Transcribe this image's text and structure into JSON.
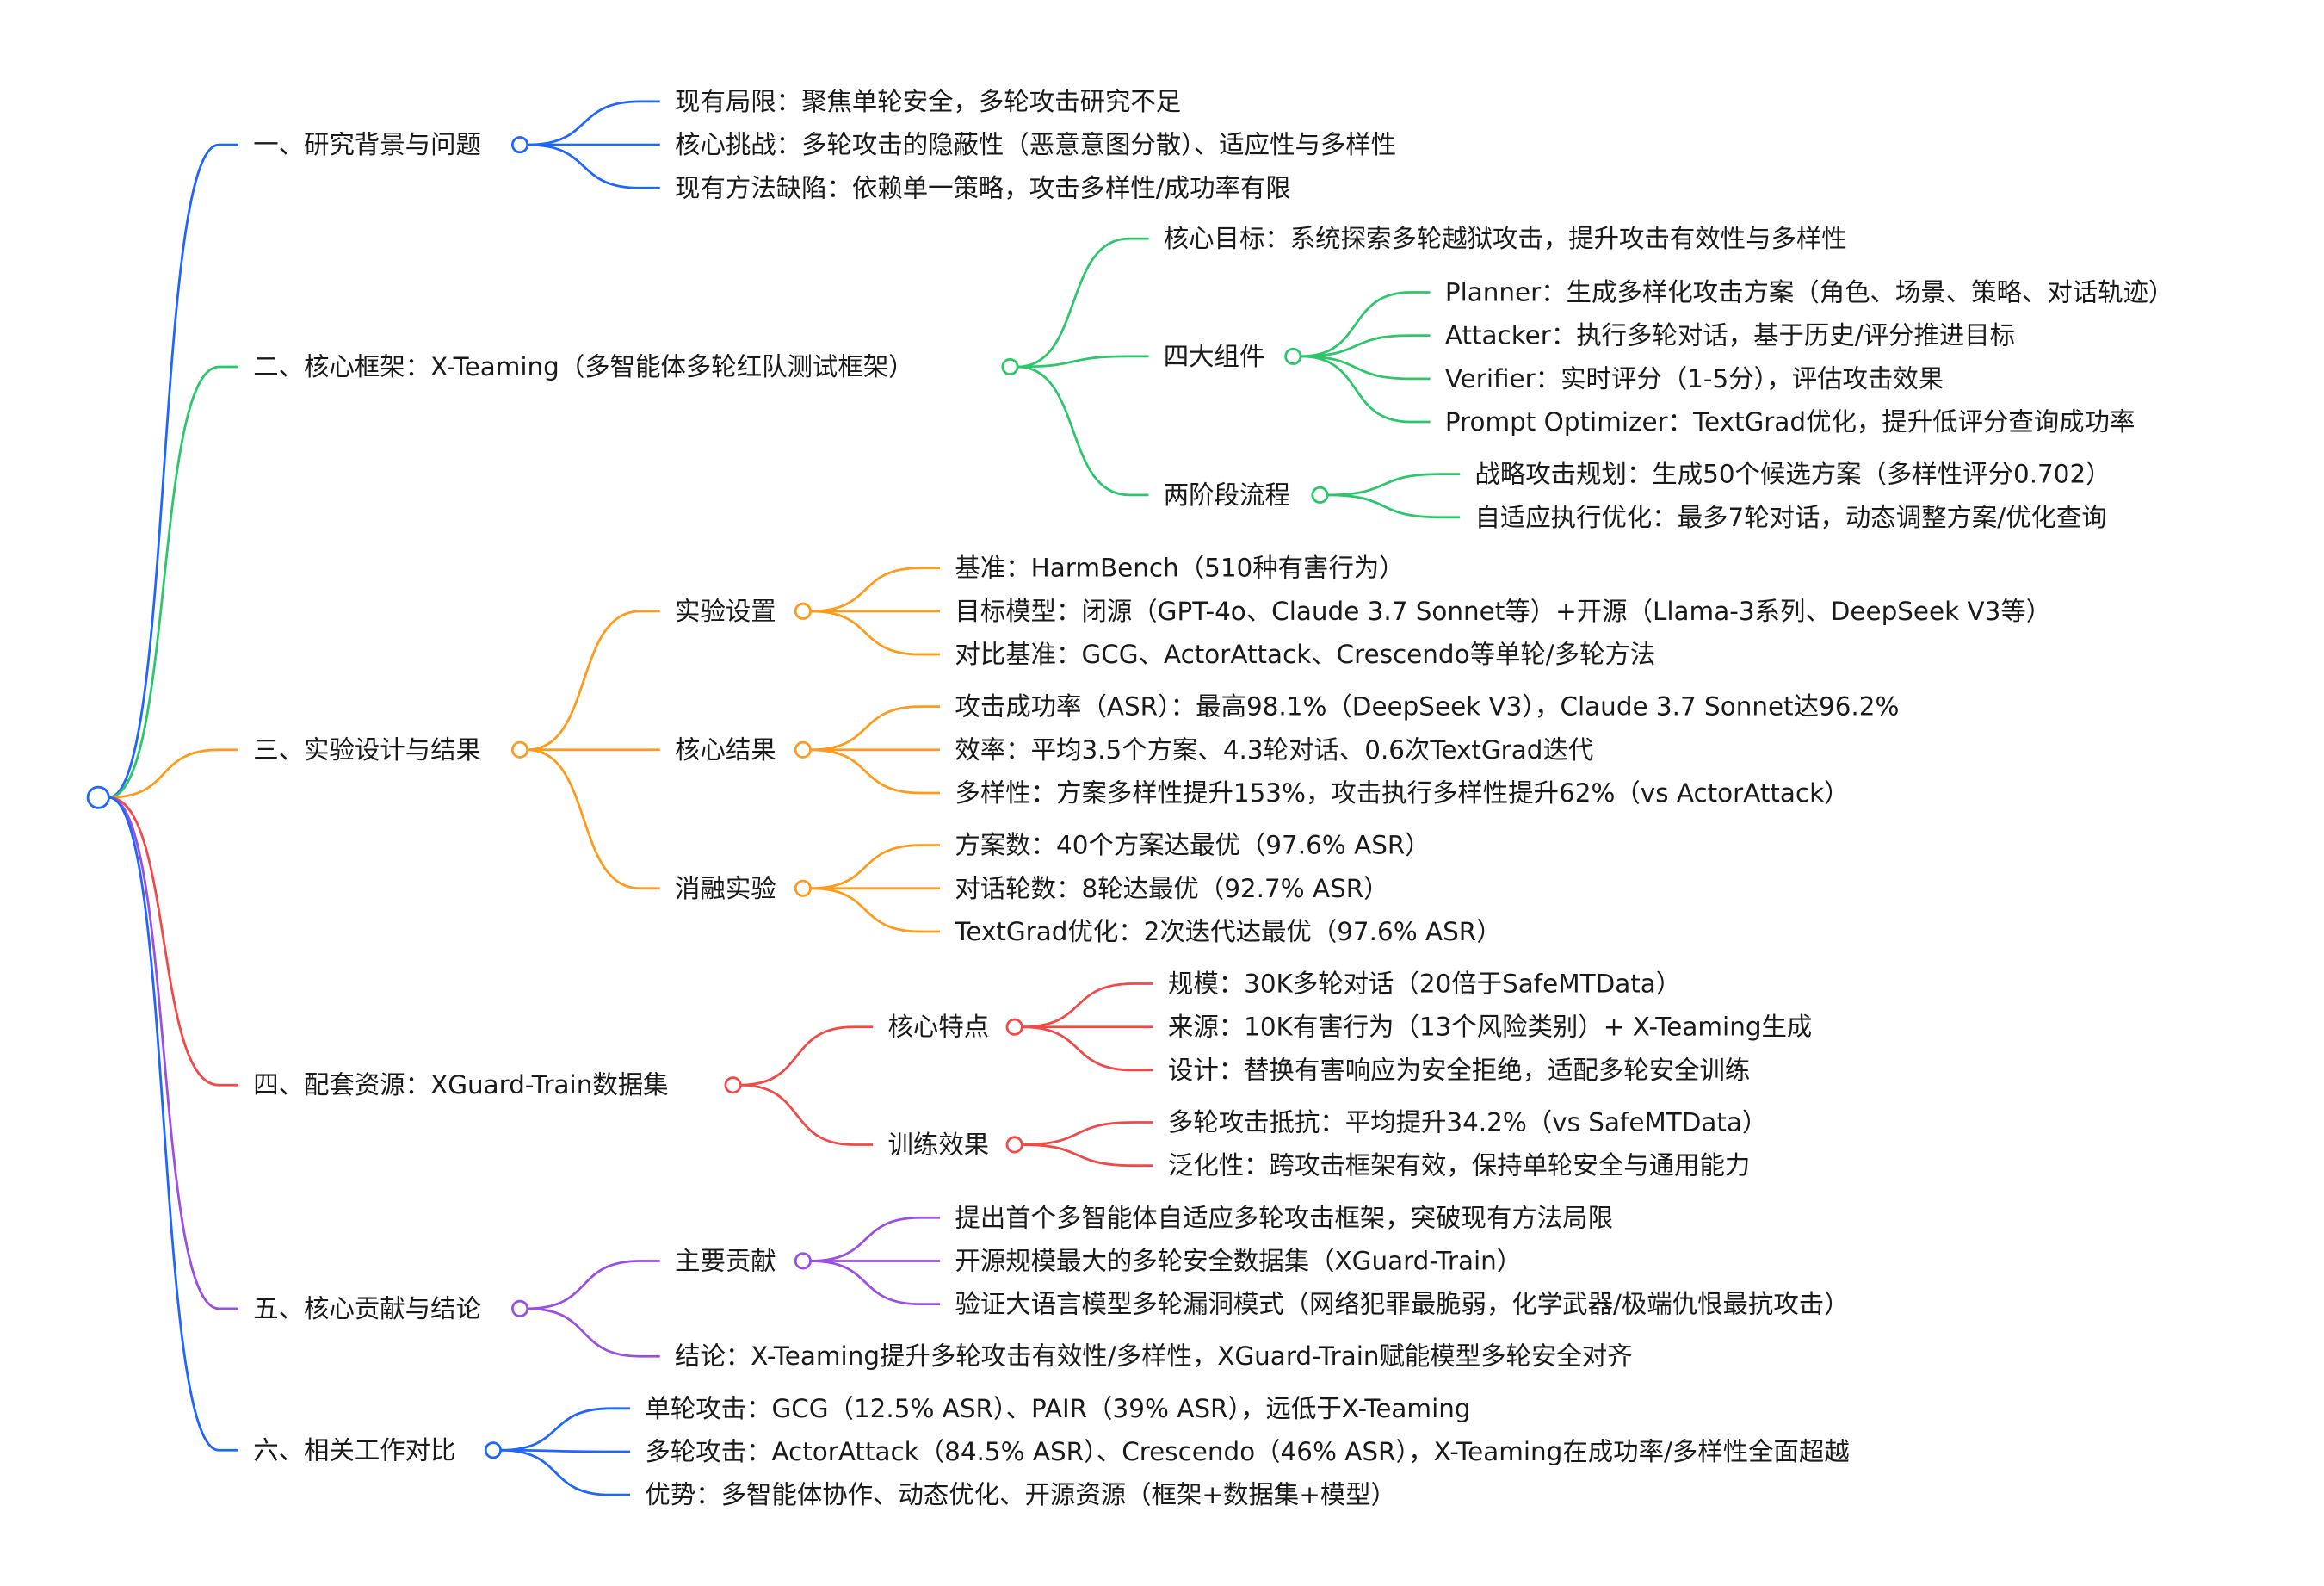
{
  "mindmap": {
    "branches": [
      {
        "label": "一、研究背景与问题",
        "color": "#1f66ff",
        "children": [
          {
            "label": "现有局限：聚焦单轮安全，多轮攻击研究不足"
          },
          {
            "label": "核心挑战：多轮攻击的隐蔽性（恶意意图分散）、适应性与多样性"
          },
          {
            "label": "现有方法缺陷：依赖单一策略，攻击多样性/成功率有限"
          }
        ]
      },
      {
        "label": "二、核心框架：X-Teaming（多智能体多轮红队测试框架）",
        "color": "#2bc76a",
        "children": [
          {
            "label": "核心目标：系统探索多轮越狱攻击，提升攻击有效性与多样性"
          },
          {
            "label": "四大组件",
            "children": [
              {
                "label": "Planner：生成多样化攻击方案（角色、场景、策略、对话轨迹）"
              },
              {
                "label": "Attacker：执行多轮对话，基于历史/评分推进目标"
              },
              {
                "label": "Verifier：实时评分（1-5分），评估攻击效果"
              },
              {
                "label": "Prompt Optimizer：TextGrad优化，提升低评分查询成功率"
              }
            ]
          },
          {
            "label": "两阶段流程",
            "children": [
              {
                "label": "战略攻击规划：生成50个候选方案（多样性评分0.702）"
              },
              {
                "label": "自适应执行优化：最多7轮对话，动态调整方案/优化查询"
              }
            ]
          }
        ]
      },
      {
        "label": "三、实验设计与结果",
        "color": "#ff9a1a",
        "children": [
          {
            "label": "实验设置",
            "children": [
              {
                "label": "基准：HarmBench（510种有害行为）"
              },
              {
                "label": "目标模型：闭源（GPT-4o、Claude 3.7 Sonnet等）+开源（Llama-3系列、DeepSeek V3等）"
              },
              {
                "label": "对比基准：GCG、ActorAttack、Crescendo等单轮/多轮方法"
              }
            ]
          },
          {
            "label": "核心结果",
            "children": [
              {
                "label": "攻击成功率（ASR）：最高98.1%（DeepSeek V3），Claude 3.7 Sonnet达96.2%"
              },
              {
                "label": "效率：平均3.5个方案、4.3轮对话、0.6次TextGrad迭代"
              },
              {
                "label": "多样性：方案多样性提升153%，攻击执行多样性提升62%（vs ActorAttack）"
              }
            ]
          },
          {
            "label": "消融实验",
            "children": [
              {
                "label": "方案数：40个方案达最优（97.6% ASR）"
              },
              {
                "label": "对话轮数：8轮达最优（92.7% ASR）"
              },
              {
                "label": "TextGrad优化：2次迭代达最优（97.6% ASR）"
              }
            ]
          }
        ]
      },
      {
        "label": "四、配套资源：XGuard-Train数据集",
        "color": "#f24848",
        "children": [
          {
            "label": "核心特点",
            "children": [
              {
                "label": "规模：30K多轮对话（20倍于SafeMTData）"
              },
              {
                "label": "来源：10K有害行为（13个风险类别）+ X-Teaming生成"
              },
              {
                "label": "设计：替换有害响应为安全拒绝，适配多轮安全训练"
              }
            ]
          },
          {
            "label": "训练效果",
            "children": [
              {
                "label": "多轮攻击抵抗：平均提升34.2%（vs SafeMTData）"
              },
              {
                "label": "泛化性：跨攻击框架有效，保持单轮安全与通用能力"
              }
            ]
          }
        ]
      },
      {
        "label": "五、核心贡献与结论",
        "color": "#9b4ee6",
        "children": [
          {
            "label": "主要贡献",
            "children": [
              {
                "label": "提出首个多智能体自适应多轮攻击框架，突破现有方法局限"
              },
              {
                "label": "开源规模最大的多轮安全数据集（XGuard-Train）"
              },
              {
                "label": "验证大语言模型多轮漏洞模式（网络犯罪最脆弱，化学武器/极端仇恨最抗攻击）"
              }
            ]
          },
          {
            "label": "结论：X-Teaming提升多轮攻击有效性/多样性，XGuard-Train赋能模型多轮安全对齐"
          }
        ]
      },
      {
        "label": "六、相关工作对比",
        "color": "#1f66ff",
        "children": [
          {
            "label": "单轮攻击：GCG（12.5% ASR）、PAIR（39% ASR），远低于X-Teaming"
          },
          {
            "label": "多轮攻击：ActorAttack（84.5% ASR）、Crescendo（46% ASR），X-Teaming在成功率/多样性全面超越"
          },
          {
            "label": "优势：多智能体协作、动态优化、开源资源（框架+数据集+模型）"
          }
        ]
      }
    ],
    "root_color": "#1f66ff"
  }
}
